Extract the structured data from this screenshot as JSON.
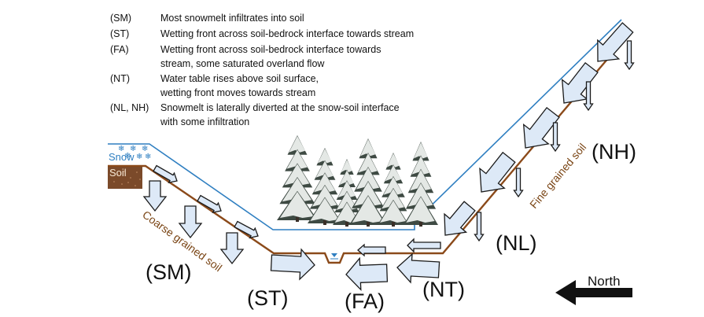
{
  "legend": [
    {
      "code": "(SM)",
      "lines": [
        "Most snowmelt infiltrates into soil"
      ]
    },
    {
      "code": "(ST)",
      "lines": [
        "Wetting front across soil-bedrock interface towards stream"
      ]
    },
    {
      "code": "(FA)",
      "lines": [
        "Wetting front across soil-bedrock interface towards",
        "stream, some saturated overland flow"
      ]
    },
    {
      "code": "(NT)",
      "lines": [
        "Water table rises above soil surface,",
        "wetting front moves towards stream"
      ]
    },
    {
      "code": "(NL, NH)",
      "lines": [
        "Snowmelt is laterally diverted at the snow-soil interface",
        "with some infiltration"
      ]
    }
  ],
  "labels": {
    "snow": "Snow",
    "soil": "Soil",
    "coarse_soil": "Coarse grained soil",
    "fine_soil": "Fine grained soil",
    "north": "North",
    "sm": "(SM)",
    "st": "(ST)",
    "fa": "(FA)",
    "nt": "(NT)",
    "nl": "(NL)",
    "nh": "(NH)"
  },
  "colors": {
    "snow_line": "#2f7fc1",
    "soil_line": "#8b4a1a",
    "arrow_fill": "#dde9f7",
    "arrow_stroke": "#1a1a1a",
    "tree_dark": "#3e4a43",
    "tree_snow": "#f2f5f3"
  },
  "icons": [
    "snowflake-icon",
    "north-arrow-icon",
    "tree-icon",
    "water-level-icon"
  ]
}
